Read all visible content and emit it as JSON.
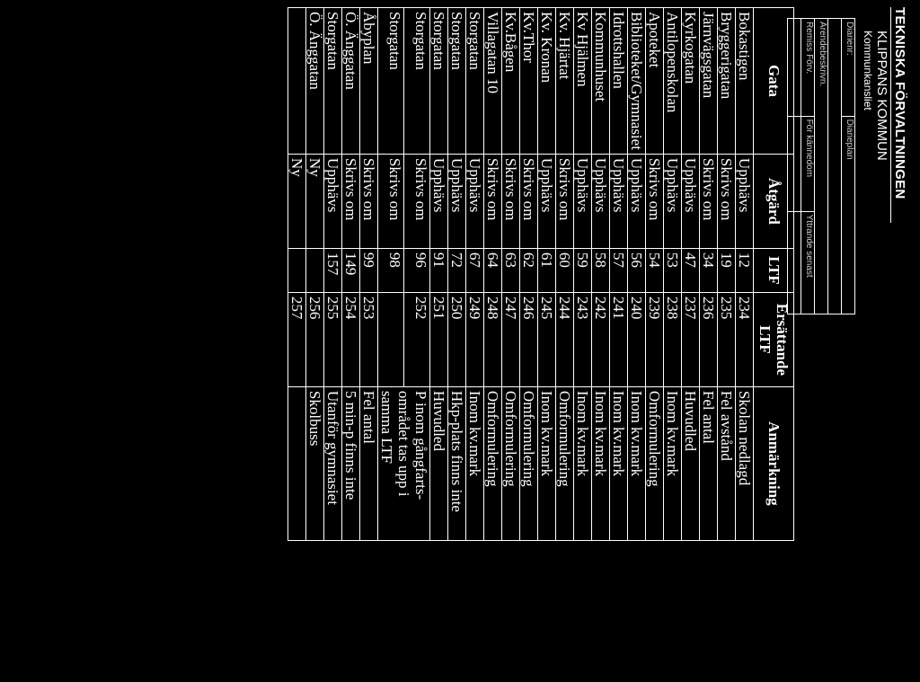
{
  "header": {
    "org": "TEKNISKA FÖRVALTNINGEN",
    "municipality": "KLIPPANS KOMMUN",
    "office": "Kommunkansliet"
  },
  "form": {
    "diarienr_label": "Diarienr:",
    "diarieplan_label": "Diarieplan",
    "arendebeskr_label": "Ärendebeskrivn.",
    "remiss_label": "Remiss Förv.",
    "kannedom_label": "För kännedom",
    "yttrande_label": "Yttrande senast"
  },
  "table": {
    "headers": [
      "Gata",
      "Åtgärd",
      "LTF",
      "Ersättande LTF",
      "Anmärkning"
    ],
    "rows": [
      [
        "Bokastigen",
        "Upphävs",
        "12",
        "234",
        "Skolan nedlagd"
      ],
      [
        "Bryggerigatan",
        "Skrivs om",
        "19",
        "235",
        "Fel avstånd"
      ],
      [
        "Järnvägsgatan",
        "Skrivs om",
        "34",
        "236",
        "Fel antal"
      ],
      [
        "Kyrkogatan",
        "Upphävs",
        "47",
        "237",
        "Huvudled"
      ],
      [
        "Antilopenskolan",
        "Upphävs",
        "53",
        "238",
        "Inom kv.mark"
      ],
      [
        "Apoteket",
        "Skrivs om",
        "54",
        "239",
        "Omformulering"
      ],
      [
        "Biblioteket/Gymnasiet",
        "Upphävs",
        "56",
        "240",
        "Inom kv.mark"
      ],
      [
        "Idrottshallen",
        "Upphävs",
        "57",
        "241",
        "Inom kv.mark"
      ],
      [
        "Kommunhuset",
        "Upphävs",
        "58",
        "242",
        "Inom kv.mark"
      ],
      [
        "Kv Hjälmen",
        "Upphävs",
        "59",
        "243",
        "Inom kv.mark"
      ],
      [
        "Kv. Hjärtat",
        "Skrivs om",
        "60",
        "244",
        "Omformulering"
      ],
      [
        "Kv. Kronan",
        "Upphävs",
        "61",
        "245",
        "Inom kv.mark"
      ],
      [
        "Kv.Thor",
        "Skrivs om",
        "62",
        "246",
        "Omformulering"
      ],
      [
        "Kv.Bågen",
        "Skrivs om",
        "63",
        "247",
        "Omformulering"
      ],
      [
        "Villagatan 10",
        "Skrivs om",
        "64",
        "248",
        "Omformulering"
      ],
      [
        "Storgatan",
        "Upphävs",
        "67",
        "249",
        "Inom kv.mark"
      ],
      [
        "Storgatan",
        "Upphävs",
        "72",
        "250",
        "Hkp-plats finns inte"
      ],
      [
        "Storgatan",
        "Upphävs",
        "91",
        "251",
        "Huvudled"
      ],
      [
        "Storgatan",
        "Skrivs om",
        "96",
        "252",
        "P inom gångfarts-området tas upp i samma LTF"
      ],
      [
        "Storgatan",
        "Skrivs om",
        "98",
        "",
        ""
      ],
      [
        "Åbyplan",
        "Skrivs om",
        "99",
        "253",
        "Fel antal"
      ],
      [
        "Ö. Änggatan",
        "Skrivs om",
        "149",
        "254",
        "5 min-p finns inte"
      ],
      [
        "Storgatan",
        "Upphävs",
        "157",
        "255",
        "Utanför gymnasiet"
      ],
      [
        "Ö. Änggatan",
        "Ny",
        "",
        "256",
        "Skolbuss"
      ],
      [
        "",
        "Ny",
        "",
        "257",
        ""
      ]
    ]
  }
}
